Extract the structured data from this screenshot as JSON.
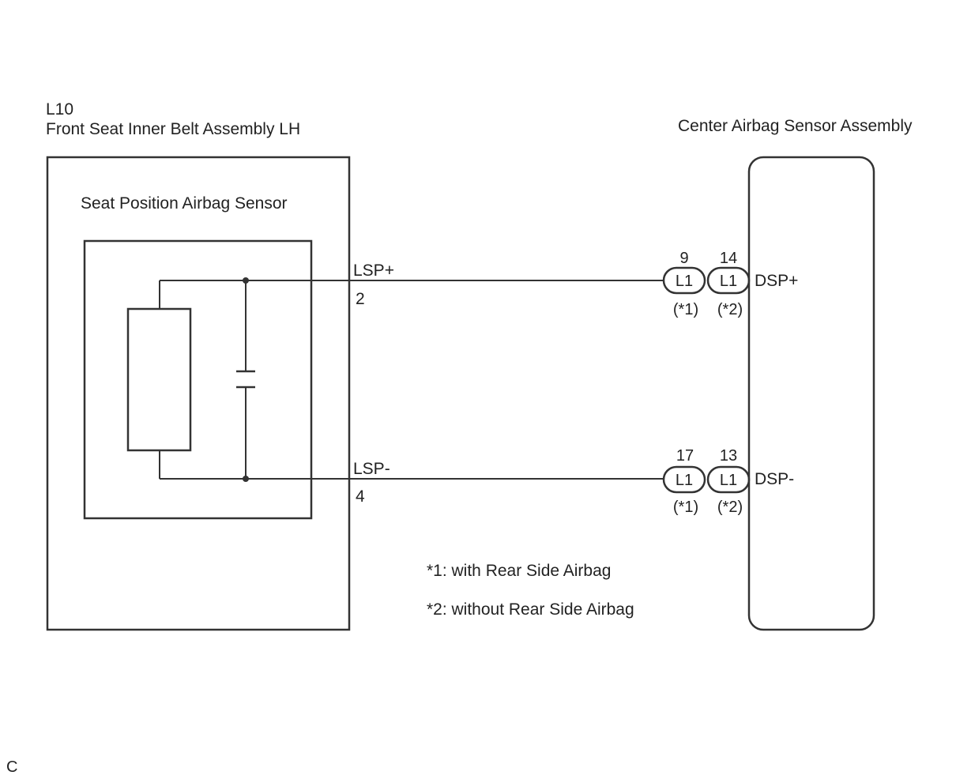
{
  "left_component": {
    "code": "L10",
    "name": "Front Seat Inner Belt Assembly LH",
    "inner_label": "Seat Position Airbag Sensor"
  },
  "right_component": {
    "name": "Center Airbag Sensor Assembly"
  },
  "wires": {
    "plus": {
      "signal": "LSP+",
      "pin": "2",
      "ecu_signal": "DSP+",
      "connectors": [
        {
          "pin": "9",
          "code": "L1",
          "variant": "(*1)"
        },
        {
          "pin": "14",
          "code": "L1",
          "variant": "(*2)"
        }
      ]
    },
    "minus": {
      "signal": "LSP-",
      "pin": "4",
      "ecu_signal": "DSP-",
      "connectors": [
        {
          "pin": "17",
          "code": "L1",
          "variant": "(*1)"
        },
        {
          "pin": "13",
          "code": "L1",
          "variant": "(*2)"
        }
      ]
    }
  },
  "notes": [
    "*1: with Rear Side Airbag",
    "*2: without Rear Side Airbag"
  ],
  "corner_mark": "C",
  "colors": {
    "line": "#333333",
    "text": "#222222",
    "background": "#ffffff"
  }
}
